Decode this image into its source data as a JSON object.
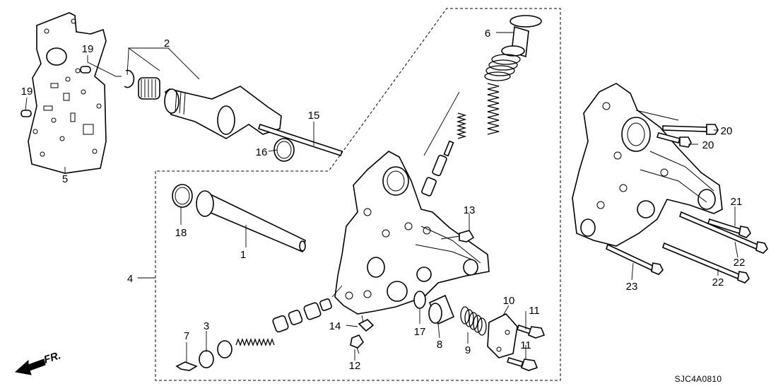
{
  "diagram": {
    "code": "SJC4A0810",
    "front_marker": "FR.",
    "callouts": [
      {
        "id": "c1",
        "text": "1"
      },
      {
        "id": "c2",
        "text": "2"
      },
      {
        "id": "c3",
        "text": "3"
      },
      {
        "id": "c4",
        "text": "4"
      },
      {
        "id": "c5",
        "text": "5"
      },
      {
        "id": "c6",
        "text": "6"
      },
      {
        "id": "c7",
        "text": "7"
      },
      {
        "id": "c8",
        "text": "8"
      },
      {
        "id": "c9",
        "text": "9"
      },
      {
        "id": "c10",
        "text": "10"
      },
      {
        "id": "c11a",
        "text": "11"
      },
      {
        "id": "c11b",
        "text": "11"
      },
      {
        "id": "c12",
        "text": "12"
      },
      {
        "id": "c13",
        "text": "13"
      },
      {
        "id": "c14",
        "text": "14"
      },
      {
        "id": "c15",
        "text": "15"
      },
      {
        "id": "c16",
        "text": "16"
      },
      {
        "id": "c17",
        "text": "17"
      },
      {
        "id": "c18",
        "text": "18"
      },
      {
        "id": "c19a",
        "text": "19"
      },
      {
        "id": "c19b",
        "text": "19"
      },
      {
        "id": "c20a",
        "text": "20"
      },
      {
        "id": "c20b",
        "text": "20"
      },
      {
        "id": "c21",
        "text": "21"
      },
      {
        "id": "c22a",
        "text": "22"
      },
      {
        "id": "c22b",
        "text": "22"
      },
      {
        "id": "c23",
        "text": "23"
      }
    ]
  }
}
